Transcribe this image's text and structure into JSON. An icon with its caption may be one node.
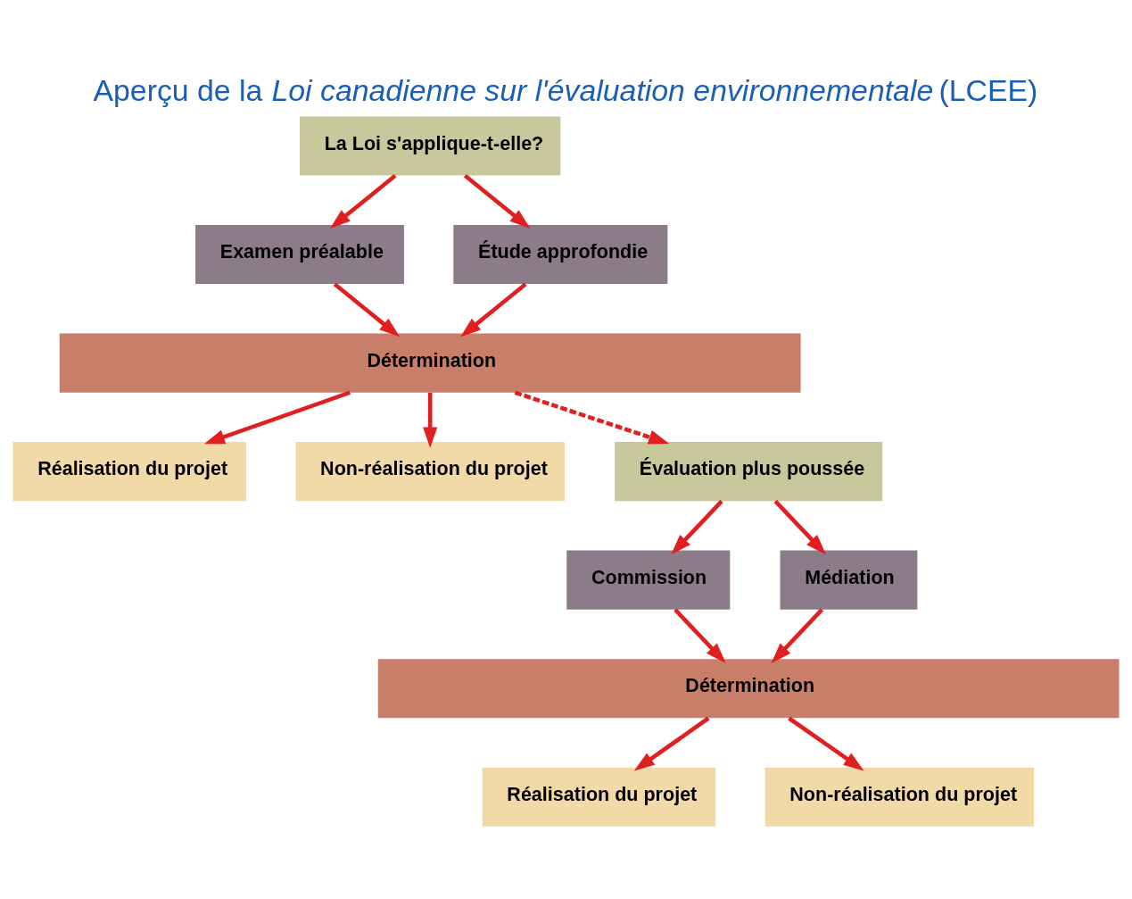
{
  "diagram": {
    "title": "Aperçu de la *Loi canadienne sur l'évaluation environnementale* (LCEE)",
    "nodes": [
      {
        "text": [
          "La Loi s'applique-t-elle?"
        ]
      },
      {
        "text": [
          "Examen préalable"
        ]
      },
      {
        "text": [
          "Étude approfondie"
        ]
      },
      {
        "text": [
          "Détermination"
        ]
      },
      {
        "text": [
          "Réalisation du projet"
        ]
      },
      {
        "text": [
          "Non-réalisation du projet"
        ]
      },
      {
        "text": [
          "Évaluation plus poussée"
        ]
      },
      {
        "text": [
          "Commission"
        ]
      },
      {
        "text": [
          "Médiation"
        ]
      },
      {
        "text": [
          "Détermination"
        ]
      },
      {
        "text": [
          "Réalisation du projet"
        ]
      },
      {
        "text": [
          "Non-réalisation du projet"
        ]
      }
    ],
    "edges": [
      {
        "from": 0,
        "to": 1,
        "arrow": "to"
      },
      {
        "from": 0,
        "to": 2,
        "arrow": "to"
      },
      {
        "from": 1,
        "to": 3,
        "arrow": "to"
      },
      {
        "from": 2,
        "to": 3,
        "arrow": "to"
      },
      {
        "from": 3,
        "to": 4,
        "arrow": "to"
      },
      {
        "from": 3,
        "to": 5,
        "arrow": "to"
      },
      {
        "from": 3,
        "to": 6,
        "arrow": "to",
        "style": "dashed"
      },
      {
        "from": 6,
        "to": 7,
        "arrow": "to"
      },
      {
        "from": 6,
        "to": 8,
        "arrow": "to"
      },
      {
        "from": 7,
        "to": 9,
        "arrow": "to"
      },
      {
        "from": 8,
        "to": 9,
        "arrow": "to"
      },
      {
        "from": 9,
        "to": 10,
        "arrow": "to"
      },
      {
        "from": 9,
        "to": 11,
        "arrow": "to"
      }
    ]
  }
}
